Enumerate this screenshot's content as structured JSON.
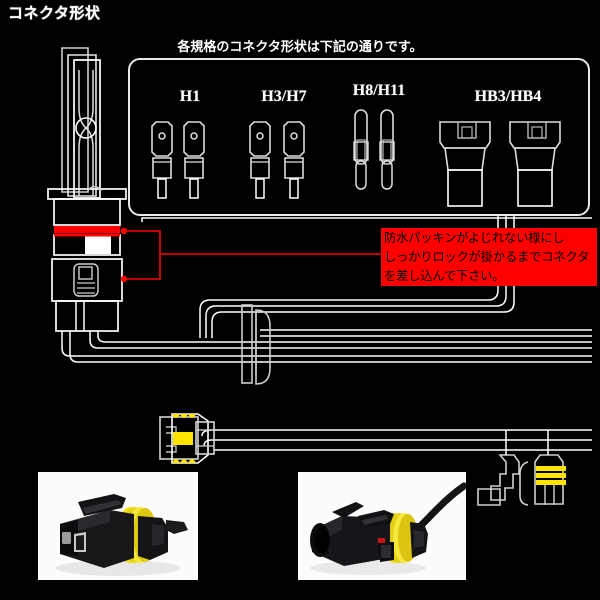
{
  "page": {
    "title": "コネクタ形状",
    "subtitle": "各規格のコネクタ形状は下記の通りです。",
    "background_color": "#000000",
    "line_color": "#ffffff",
    "accent_color": "#ff0000",
    "seal_color": "#ffe400"
  },
  "connector_box": {
    "labels": [
      {
        "id": "h1",
        "text": "H1"
      },
      {
        "id": "h3h7",
        "text": "H3/H7"
      },
      {
        "id": "h8h11",
        "text": "H8/H11"
      },
      {
        "id": "hb3hb4",
        "text": "HB3/HB4"
      }
    ]
  },
  "warning": {
    "background_color": "#ff0000",
    "text_color": "#000000",
    "lines": [
      "防水パッキンがよじれない様にし",
      "しっかりロックが掛かるまでコネクタ",
      "を差し込んで下さい。"
    ]
  },
  "photos": [
    {
      "id": "photo-female-connector",
      "caption": ""
    },
    {
      "id": "photo-male-connector",
      "caption": ""
    }
  ]
}
